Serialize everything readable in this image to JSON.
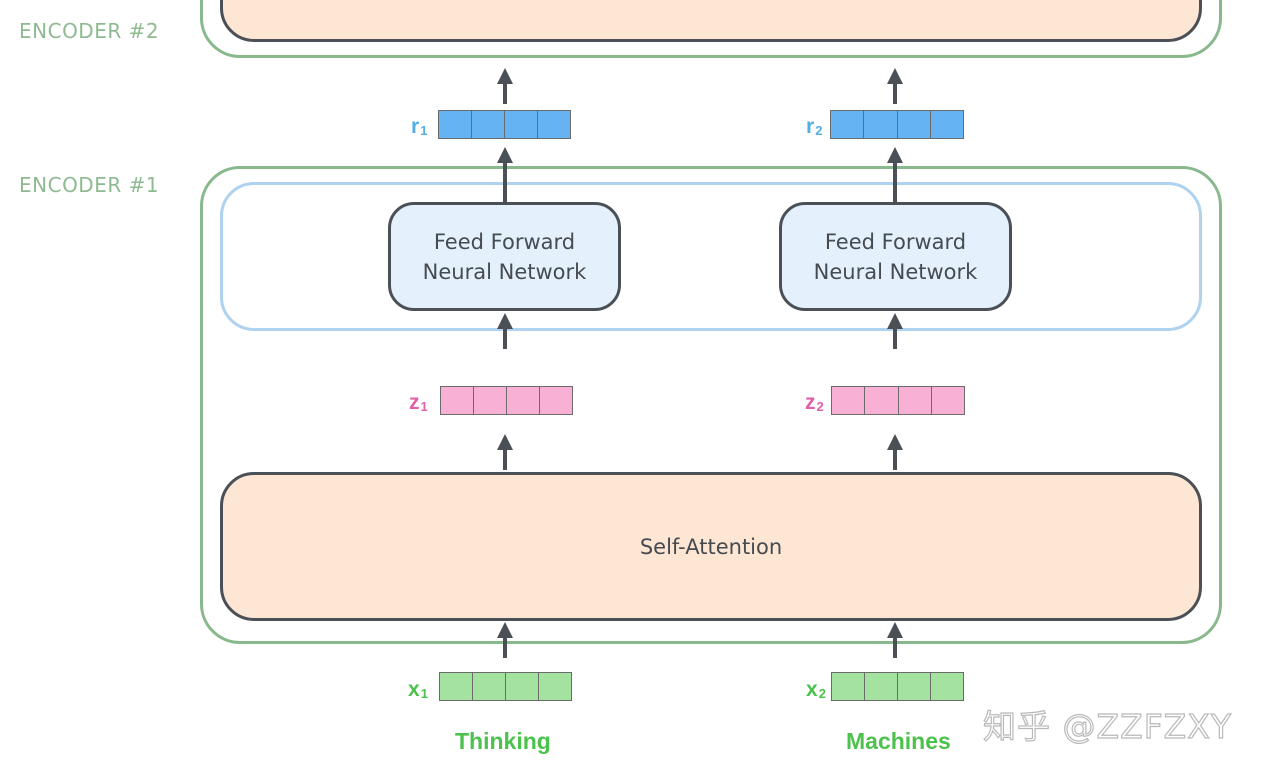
{
  "encoders": {
    "encoder2_label": "ENCODER #2",
    "encoder1_label": "ENCODER #1"
  },
  "self_attention": {
    "label": "Self-Attention"
  },
  "ffn": {
    "left_label": "Feed Forward\nNeural Network",
    "right_label": "Feed Forward\nNeural Network"
  },
  "vectors": {
    "r1": {
      "name": "r",
      "sub": "1",
      "color": "#65b3f2",
      "label_color": "#53aee8"
    },
    "r2": {
      "name": "r",
      "sub": "2",
      "color": "#65b3f2",
      "label_color": "#53aee8"
    },
    "z1": {
      "name": "z",
      "sub": "1",
      "color": "#f9b0d5",
      "label_color": "#e25fa8"
    },
    "z2": {
      "name": "z",
      "sub": "2",
      "color": "#f9b0d5",
      "label_color": "#e25fa8"
    },
    "x1": {
      "name": "x",
      "sub": "1",
      "color": "#a3e39f",
      "label_color": "#4cc24c"
    },
    "x2": {
      "name": "x",
      "sub": "2",
      "color": "#a3e39f",
      "label_color": "#4cc24c"
    }
  },
  "words": {
    "word1": "Thinking",
    "word2": "Machines"
  },
  "watermark": "知乎 @ZZFZXY"
}
